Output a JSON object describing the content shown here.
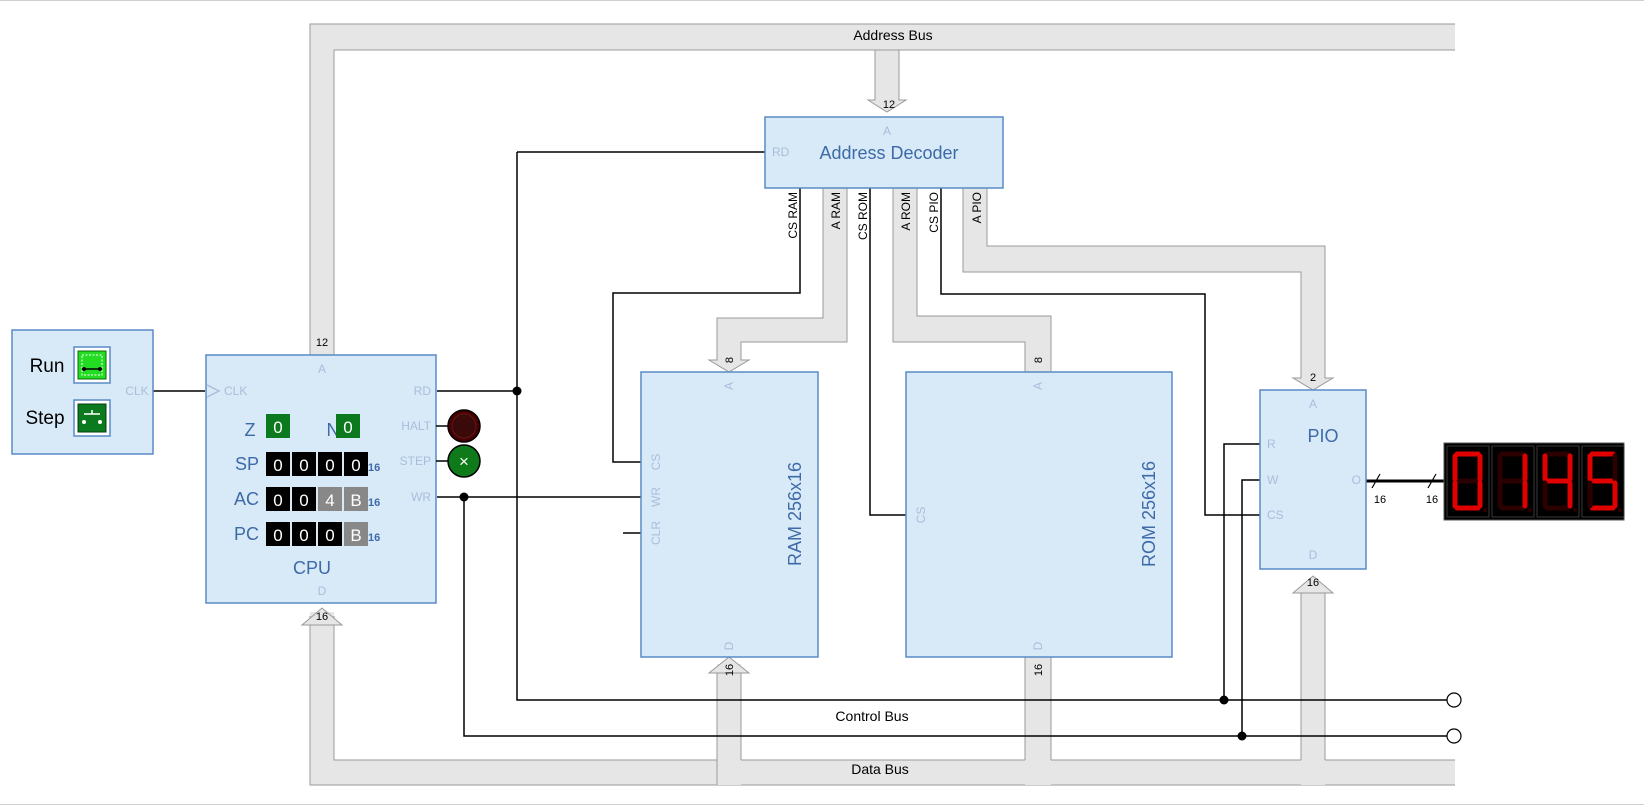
{
  "buses": {
    "address": "Address Bus",
    "control": "Control Bus",
    "data": "Data Bus"
  },
  "controls": {
    "run": "Run",
    "step": "Step",
    "clk": "CLK"
  },
  "cpu": {
    "title": "CPU",
    "pins": {
      "a": "A",
      "d": "D",
      "clk": "CLK",
      "rd": "RD",
      "halt": "HALT",
      "step": "STEP",
      "wr": "WR"
    },
    "flags": [
      {
        "label": "Z",
        "value": "0"
      },
      {
        "label": "N",
        "value": "0"
      }
    ],
    "registers": [
      {
        "label": "SP",
        "digits": [
          "0",
          "0",
          "0",
          "0"
        ],
        "width": "16"
      },
      {
        "label": "AC",
        "digits": [
          "0",
          "0",
          "4",
          "B"
        ],
        "width": "16"
      },
      {
        "label": "PC",
        "digits": [
          "0",
          "0",
          "0",
          "B"
        ],
        "width": "16"
      }
    ],
    "a_width": "12",
    "d_width": "16"
  },
  "decoder": {
    "title": "Address Decoder",
    "pins": {
      "a": "A",
      "rd": "RD"
    },
    "outputs": [
      "CS RAM",
      "A RAM",
      "CS ROM",
      "A ROM",
      "CS PIO",
      "A PIO"
    ],
    "a_width": "12"
  },
  "ram": {
    "title": "RAM 256x16",
    "pins": {
      "a": "A",
      "d": "D",
      "cs": "CS",
      "wr": "WR",
      "clr": "CLR"
    },
    "a_width": "8",
    "d_width": "16"
  },
  "rom": {
    "title": "ROM 256x16",
    "pins": {
      "a": "A",
      "d": "D",
      "cs": "CS"
    },
    "a_width": "8",
    "d_width": "16"
  },
  "pio": {
    "title": "PIO",
    "pins": {
      "a": "A",
      "d": "D",
      "r": "R",
      "w": "W",
      "cs": "CS",
      "o": "O"
    },
    "a_width": "2",
    "d_width": "16",
    "o_width": "16",
    "disp_width": "16"
  },
  "display": {
    "value": "0145"
  },
  "colors": {
    "box_fill": "#d8e9f7",
    "box_border": "#5a8ac6",
    "text_blue": "#3d6aa8",
    "pin_gray": "#a9bedc",
    "bus_fill": "#e6e6e6",
    "bus_edge": "#9a9a9a",
    "flag_green": "#0b7a1e",
    "digit_black": "#000000",
    "digit_gray": "#888888",
    "halt_led": "#4a0000",
    "step_led": "#0e7a1a",
    "seg_red": "#e00000",
    "run_green": "#22dd22"
  }
}
